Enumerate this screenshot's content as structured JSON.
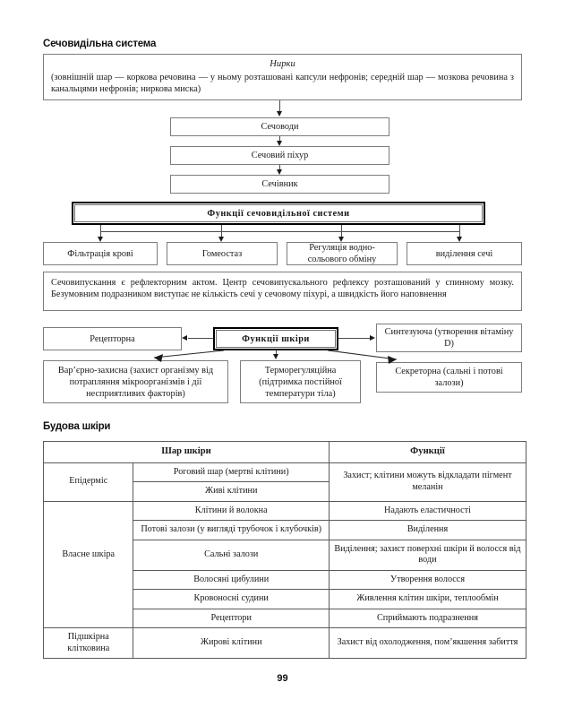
{
  "page": {
    "number": "99"
  },
  "urinary": {
    "heading": "Сечовидільна система",
    "kidneys": {
      "title": "Нирки",
      "description": "(зовнішній шар — коркова речовина — у ньому розташовані капсули нефронів; середній шар — мозкова речовина з канальцями нефронів; ниркова миска)"
    },
    "chain": [
      {
        "label": "Сечоводи"
      },
      {
        "label": "Сечовий піхур"
      },
      {
        "label": "Сечівник"
      }
    ],
    "functions_title": "Функції сечовидільної системи",
    "functions": [
      {
        "label": "Фільтрація крові"
      },
      {
        "label": "Гомеостаз"
      },
      {
        "label": "Регуляція водно-сольового обміну"
      },
      {
        "label": "виділення сечі"
      }
    ],
    "note": "Сечовипускання є рефлекторним актом. Центр сечовипускального рефлексу розташований у спинному мозку. Безумовним подразником виступає не кількість сечі у сечовому піхурі, а швидкість його наповнення"
  },
  "skin_functions": {
    "center": "Функції шкіри",
    "receptor": "Рецепторна",
    "synthesis": "Синтезуюча (утворення вітаміну D)",
    "barrier": "Вар’єрно-захисна (захист організму від потрапляння мікроорганізмів і дії несприятливих факторів)",
    "thermo": "Терморегуляційна (підтримка постійної температури тіла)",
    "secretory": "Секреторна (сальні і потові залози)"
  },
  "skin_structure": {
    "heading": "Будова шкіри",
    "columns": [
      "Шар шкіри",
      "Функції"
    ],
    "rows": [
      {
        "layer": "Епідерміс",
        "layer_rowspan": 2,
        "part": "Роговий шар (мертві клітини)",
        "func": "Захист; клітини можуть відкладати пігмент меланін",
        "func_rowspan": 2
      },
      {
        "part": "Живі клітини"
      },
      {
        "layer": "Власне шкіра",
        "layer_rowspan": 5,
        "part": "Клітини й волокна",
        "func": "Надають еластичності"
      },
      {
        "part": "Потові залози (у вигляді трубочок і клубочків)",
        "func": "Виділення"
      },
      {
        "part": "Сальні залози",
        "func": "Виділення; захист поверхні шкіри й волосся від води"
      },
      {
        "part": "Волосяні цибулини",
        "func": "Утворення волосся"
      },
      {
        "part": "Кровоносні судини",
        "func": "Живлення клітин шкіри, теплообмін"
      },
      {
        "part": "Рецептори",
        "func": "Сприймають подразнення"
      },
      {
        "layer": "Підшкірна клітковина",
        "layer_rowspan": 1,
        "part": "Жирові клітини",
        "func": "Захист від охолодження, пом’якшення забиття"
      }
    ]
  },
  "colors": {
    "box_border": "#7d7d7d",
    "strong_border": "#000000",
    "text": "#1a1a1a",
    "background": "#ffffff"
  }
}
